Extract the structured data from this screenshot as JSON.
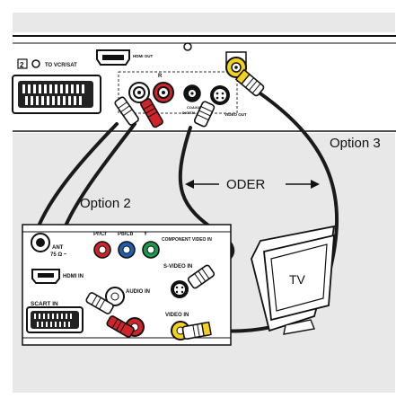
{
  "labels": {
    "option2": "Option 2",
    "option3": "Option 3",
    "oder": "ODER",
    "tv": "TV"
  },
  "player_panel": {
    "to_vcr_sat": "TO VCR/SAT",
    "hdmi_out": "HDMI OUT",
    "coaxial": "COAXIAL",
    "digital_out": "DIGITAL OUT",
    "video_out": "VIDEO OUT",
    "r_label": "R",
    "number_label": "2"
  },
  "tv_panel": {
    "pr_cr": "Pr/Cr",
    "pb_cb": "Pb/Cb",
    "y": "Y",
    "component_video_in": "COMPONENT VIDEO IN",
    "ant": "ANT",
    "ohm": "75 Ω ~",
    "hdmi_in": "HDMI IN",
    "audio_in": "AUDIO IN",
    "s_video_in": "S-VIDEO IN",
    "scart_in": "SCART IN",
    "video_in": "VIDEO IN"
  },
  "colors": {
    "background": "#e8e8e8",
    "red_connector": "#d0232a",
    "green_connector": "#1a9a4a",
    "blue_connector": "#1f5fb0",
    "yellow_connector": "#f2d21e",
    "cable": "#1a1a1a"
  }
}
